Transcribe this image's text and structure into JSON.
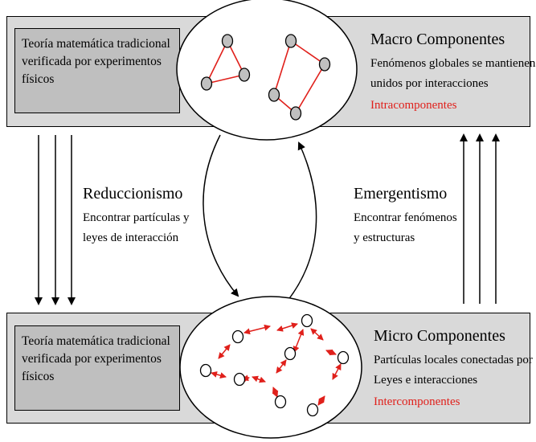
{
  "top_band": {
    "box_text": "Teoría matemática tradicional verificada por experimentos físicos",
    "title": "Macro Componentes",
    "desc_line1": "Fenómenos globales se mantienen",
    "desc_line2": "unidos por interacciones",
    "highlight": "Intracomponentes"
  },
  "bottom_band": {
    "box_text": "Teoría matemática tradicional verificada por experimentos físicos",
    "title": "Micro Componentes",
    "desc_line1": "Partículas locales conectadas por",
    "desc_line2": "Leyes e interacciones",
    "highlight": "Intercomponentes"
  },
  "left_process": {
    "title": "Reduccionismo",
    "line1": "Encontrar partículas y",
    "line2": "leyes de interacción"
  },
  "right_process": {
    "title": "Emergentismo",
    "line1": "Encontrar fenómenos",
    "line2": "y estructuras"
  },
  "colors": {
    "band_fill": "#d9d9d9",
    "inner_box_fill": "#bfbfbf",
    "macro_node_fill": "#c0c0c0",
    "link_color": "#e0201b",
    "highlight_text": "#e0201b"
  }
}
